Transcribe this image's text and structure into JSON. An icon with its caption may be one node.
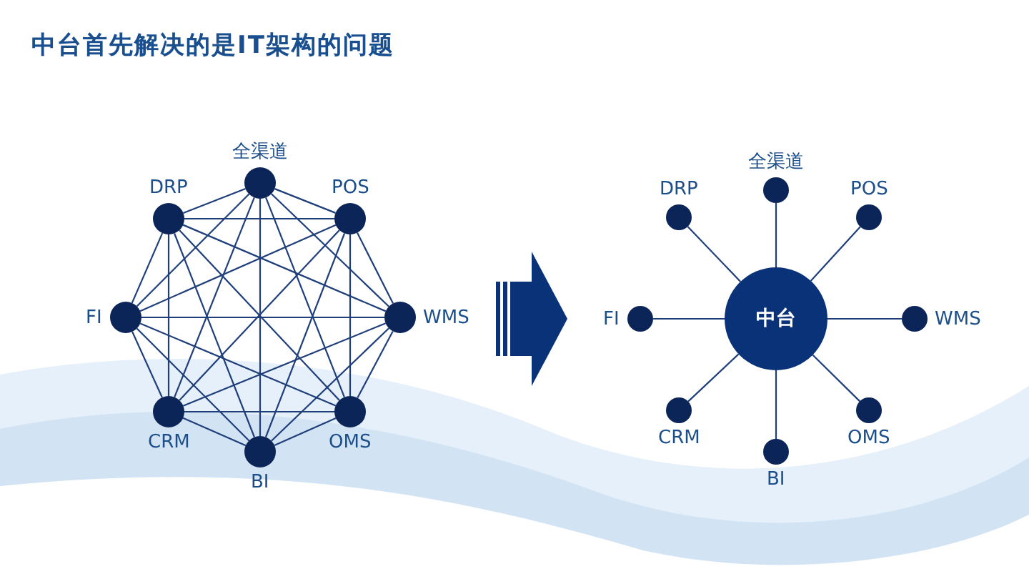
{
  "diagram": {
    "title": "中台首先解决的是IT架构的问题",
    "nodes": [
      {
        "text": [
          "全渠道"
        ]
      },
      {
        "text": [
          "POS"
        ]
      },
      {
        "text": [
          "WMS"
        ]
      },
      {
        "text": [
          "OMS"
        ]
      },
      {
        "text": [
          "BI"
        ]
      },
      {
        "text": [
          "CRM"
        ]
      },
      {
        "text": [
          "FI"
        ]
      },
      {
        "text": [
          "DRP"
        ]
      },
      {
        "text": [
          "中台"
        ]
      },
      {
        "text": [
          "全渠道"
        ]
      },
      {
        "text": [
          "POS"
        ]
      },
      {
        "text": [
          "WMS"
        ]
      },
      {
        "text": [
          "OMS"
        ]
      },
      {
        "text": [
          "BI"
        ]
      },
      {
        "text": [
          "CRM"
        ]
      },
      {
        "text": [
          "FI"
        ]
      },
      {
        "text": [
          "DRP"
        ]
      }
    ],
    "edges": [
      {
        "from": 0,
        "to": 1,
        "arrow": "none"
      },
      {
        "from": 0,
        "to": 2,
        "arrow": "none"
      },
      {
        "from": 0,
        "to": 3,
        "arrow": "none"
      },
      {
        "from": 0,
        "to": 4,
        "arrow": "none"
      },
      {
        "from": 0,
        "to": 5,
        "arrow": "none"
      },
      {
        "from": 0,
        "to": 6,
        "arrow": "none"
      },
      {
        "from": 0,
        "to": 7,
        "arrow": "none"
      },
      {
        "from": 1,
        "to": 2,
        "arrow": "none"
      },
      {
        "from": 1,
        "to": 3,
        "arrow": "none"
      },
      {
        "from": 1,
        "to": 4,
        "arrow": "none"
      },
      {
        "from": 1,
        "to": 5,
        "arrow": "none"
      },
      {
        "from": 1,
        "to": 6,
        "arrow": "none"
      },
      {
        "from": 1,
        "to": 7,
        "arrow": "none"
      },
      {
        "from": 2,
        "to": 3,
        "arrow": "none"
      },
      {
        "from": 2,
        "to": 4,
        "arrow": "none"
      },
      {
        "from": 2,
        "to": 5,
        "arrow": "none"
      },
      {
        "from": 2,
        "to": 6,
        "arrow": "none"
      },
      {
        "from": 2,
        "to": 7,
        "arrow": "none"
      },
      {
        "from": 3,
        "to": 4,
        "arrow": "none"
      },
      {
        "from": 3,
        "to": 5,
        "arrow": "none"
      },
      {
        "from": 3,
        "to": 6,
        "arrow": "none"
      },
      {
        "from": 3,
        "to": 7,
        "arrow": "none"
      },
      {
        "from": 4,
        "to": 5,
        "arrow": "none"
      },
      {
        "from": 4,
        "to": 6,
        "arrow": "none"
      },
      {
        "from": 4,
        "to": 7,
        "arrow": "none"
      },
      {
        "from": 5,
        "to": 6,
        "arrow": "none"
      },
      {
        "from": 5,
        "to": 7,
        "arrow": "none"
      },
      {
        "from": 6,
        "to": 7,
        "arrow": "none"
      },
      {
        "from": 8,
        "to": 9,
        "arrow": "none"
      },
      {
        "from": 8,
        "to": 10,
        "arrow": "none"
      },
      {
        "from": 8,
        "to": 11,
        "arrow": "none"
      },
      {
        "from": 8,
        "to": 12,
        "arrow": "none"
      },
      {
        "from": 8,
        "to": 13,
        "arrow": "none"
      },
      {
        "from": 8,
        "to": 14,
        "arrow": "none"
      },
      {
        "from": 8,
        "to": 15,
        "arrow": "none"
      },
      {
        "from": 8,
        "to": 16,
        "arrow": "none"
      }
    ]
  }
}
